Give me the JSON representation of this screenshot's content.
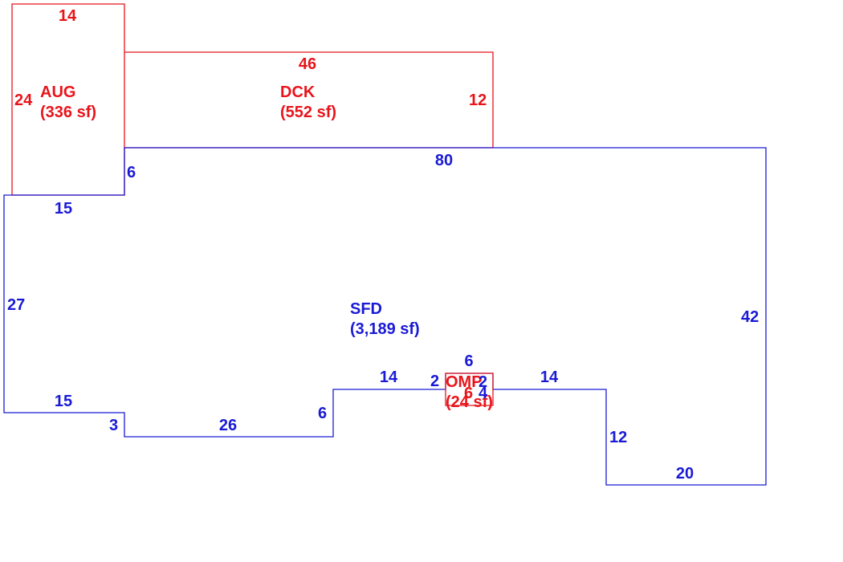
{
  "colors": {
    "addition": "#e8141b",
    "main_structure": "#1a1ad6",
    "background": "#ffffff"
  },
  "areas": {
    "aug": {
      "name": "AUG",
      "area": "(336 sf)"
    },
    "dck": {
      "name": "DCK",
      "area": "(552 sf)"
    },
    "sfd": {
      "name": "SFD",
      "area": "(3,189 sf)"
    },
    "opp": {
      "name": "OMP",
      "area": "(24 sf)"
    }
  },
  "dimensions": {
    "aug_top": "14",
    "aug_left": "24",
    "dck_top": "46",
    "dck_right": "12",
    "sfd_top": "80",
    "sfd_step_6": "6",
    "sfd_15_upper": "15",
    "sfd_left": "27",
    "sfd_15_lower": "15",
    "sfd_3": "3",
    "sfd_26": "26",
    "sfd_6_lower": "6",
    "sfd_14_left": "14",
    "sfd_2": "2",
    "opp_top": "6",
    "opp_bottom": "6",
    "opp_right_2": "2",
    "opp_right_4": "4",
    "sfd_14_right": "14",
    "sfd_12": "12",
    "sfd_20": "20",
    "sfd_right": "42"
  }
}
